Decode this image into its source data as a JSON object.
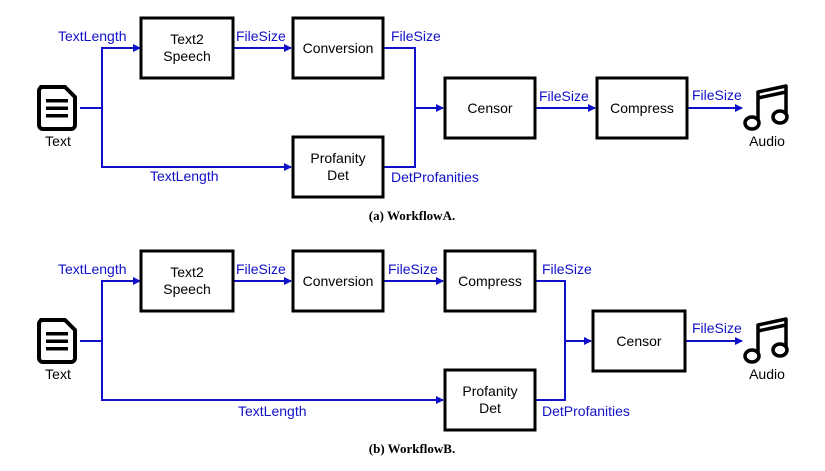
{
  "colors": {
    "edge": "#1010c8",
    "box_border": "#000000",
    "text": "#000000"
  },
  "icons": {
    "source": "document-icon",
    "sink": "music-note-icon"
  },
  "workflow_a": {
    "caption": "(a) WorkflowA.",
    "nodes": {
      "text": "Text",
      "text2speech_1": "Text2",
      "text2speech_2": "Speech",
      "conversion": "Conversion",
      "profanity_1": "Profanity",
      "profanity_2": "Det",
      "censor": "Censor",
      "compress": "Compress",
      "audio": "Audio"
    },
    "edges": {
      "text_to_t2s": "TextLength",
      "text_to_profanity": "TextLength",
      "t2s_to_conversion": "FileSize",
      "conversion_to_censor": "FileSize",
      "profanity_to_censor": "DetProfanities",
      "censor_to_compress": "FileSize",
      "compress_to_audio": "FileSize"
    }
  },
  "workflow_b": {
    "caption": "(b) WorkflowB.",
    "nodes": {
      "text": "Text",
      "text2speech_1": "Text2",
      "text2speech_2": "Speech",
      "conversion": "Conversion",
      "compress": "Compress",
      "profanity_1": "Profanity",
      "profanity_2": "Det",
      "censor": "Censor",
      "audio": "Audio"
    },
    "edges": {
      "text_to_t2s": "TextLength",
      "text_to_profanity": "TextLength",
      "t2s_to_conversion": "FileSize",
      "conversion_to_compress": "FileSize",
      "compress_to_censor": "FileSize",
      "profanity_to_censor": "DetProfanities",
      "censor_to_audio": "FileSize"
    }
  }
}
